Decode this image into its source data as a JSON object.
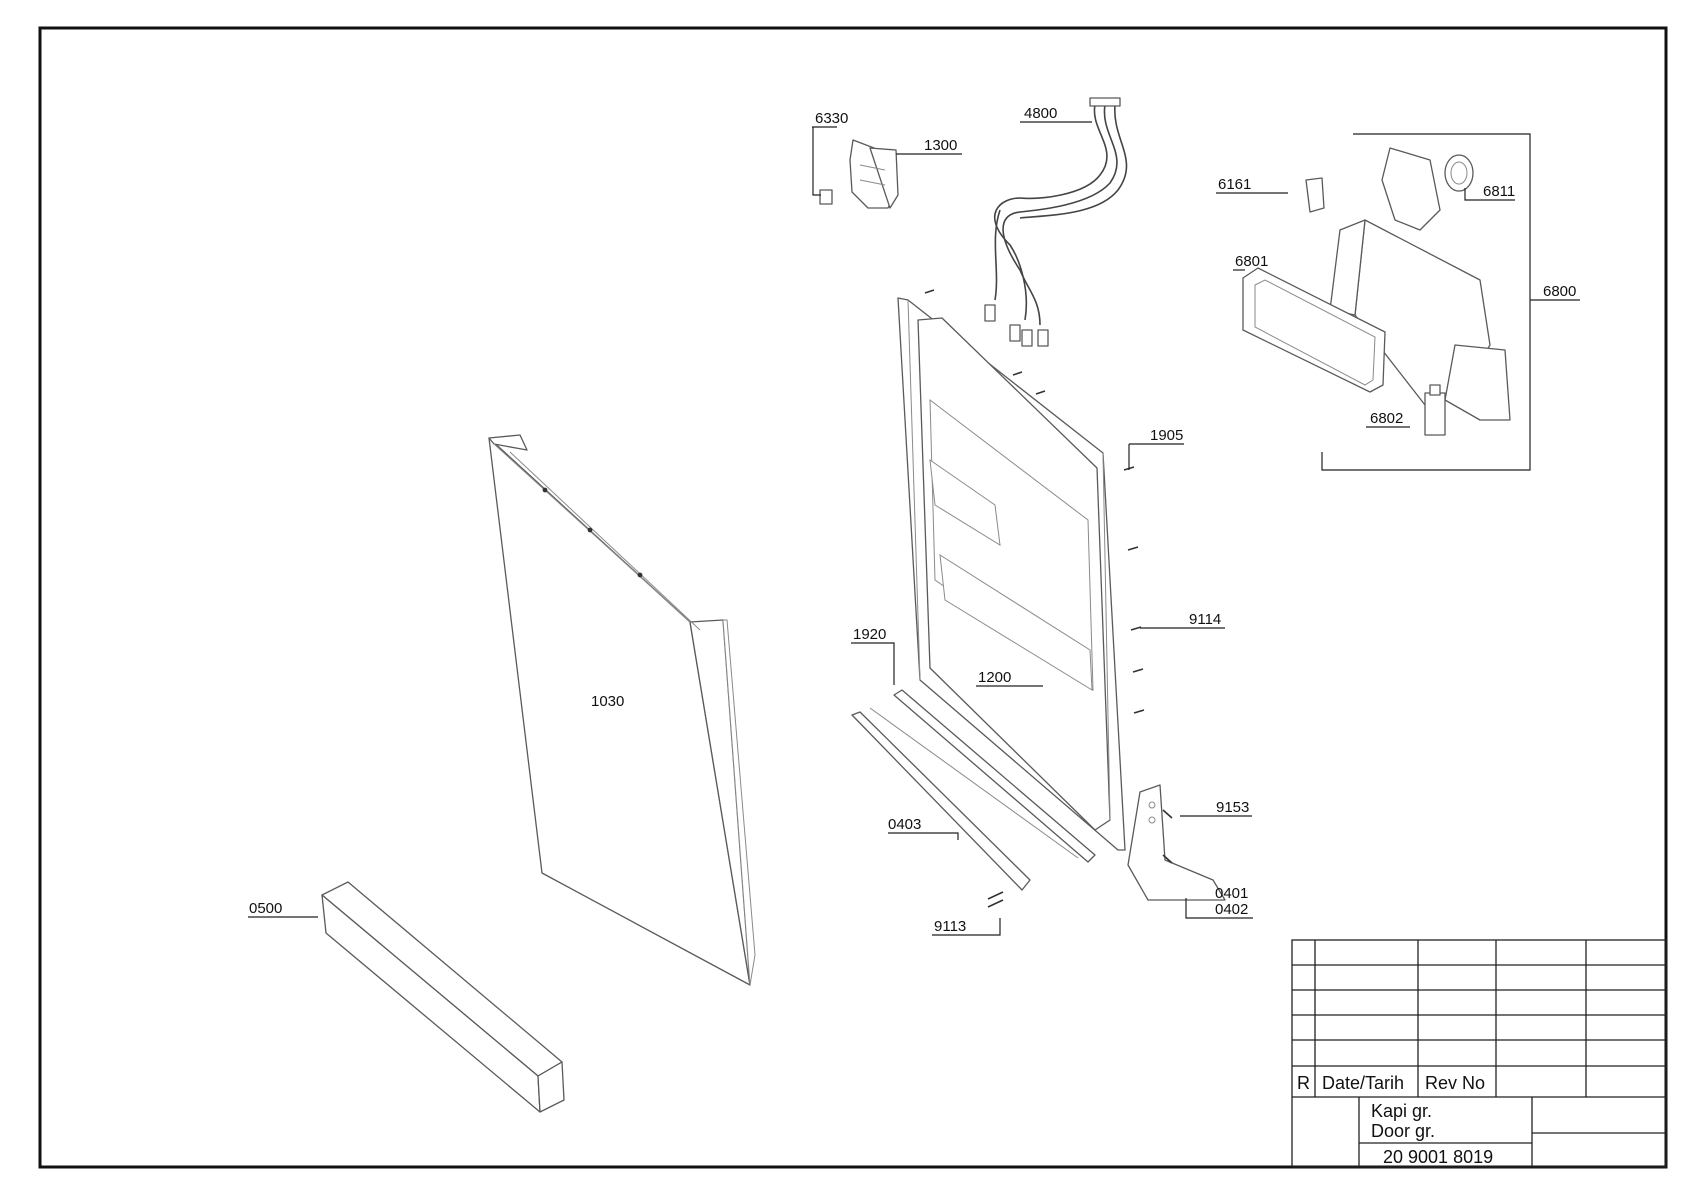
{
  "part_numbers": {
    "p6330": "6330",
    "p1300": "1300",
    "p4800": "4800",
    "p6161": "6161",
    "p6811": "6811",
    "p6801": "6801",
    "p6800": "6800",
    "p6802": "6802",
    "p1905": "1905",
    "p9114": "9114",
    "p1920": "1920",
    "p1200": "1200",
    "p1030": "1030",
    "p9153": "9153",
    "p0403": "0403",
    "p0401": "0401",
    "p0402": "0402",
    "p9113": "9113",
    "p0500": "0500"
  },
  "title_block": {
    "rev_header_r": "R",
    "rev_header_date": "Date/Tarih",
    "rev_header_revno": "Rev No",
    "group_tr": "Kapi gr.",
    "group_en": "Door gr.",
    "drawing_number": "20 9001 8019"
  }
}
